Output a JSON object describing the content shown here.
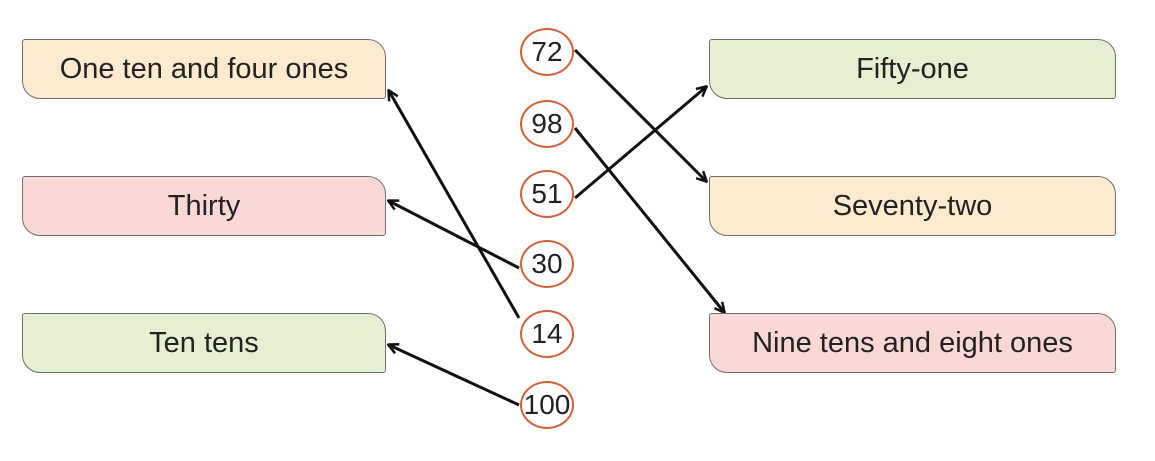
{
  "left_boxes": [
    {
      "label": "One ten and four ones",
      "color": "#fdebd0"
    },
    {
      "label": "Thirty",
      "color": "#fbd8d5"
    },
    {
      "label": "Ten tens",
      "color": "#e5f0d3"
    }
  ],
  "right_boxes": [
    {
      "label": "Fifty-one",
      "color": "#e5f0d3"
    },
    {
      "label": "Seventy-two",
      "color": "#fdebd0"
    },
    {
      "label": "Nine tens and eight ones",
      "color": "#fbd8d5"
    }
  ],
  "numbers": [
    "72",
    "98",
    "51",
    "30",
    "14",
    "100"
  ],
  "circle_color": "#d2613a",
  "matches": [
    {
      "number": "72",
      "label": "Seventy-two"
    },
    {
      "number": "98",
      "label": "Nine tens and eight ones"
    },
    {
      "number": "51",
      "label": "Fifty-one"
    },
    {
      "number": "30",
      "label": "Thirty"
    },
    {
      "number": "14",
      "label": "One ten and four ones"
    },
    {
      "number": "100",
      "label": "Ten tens"
    }
  ]
}
